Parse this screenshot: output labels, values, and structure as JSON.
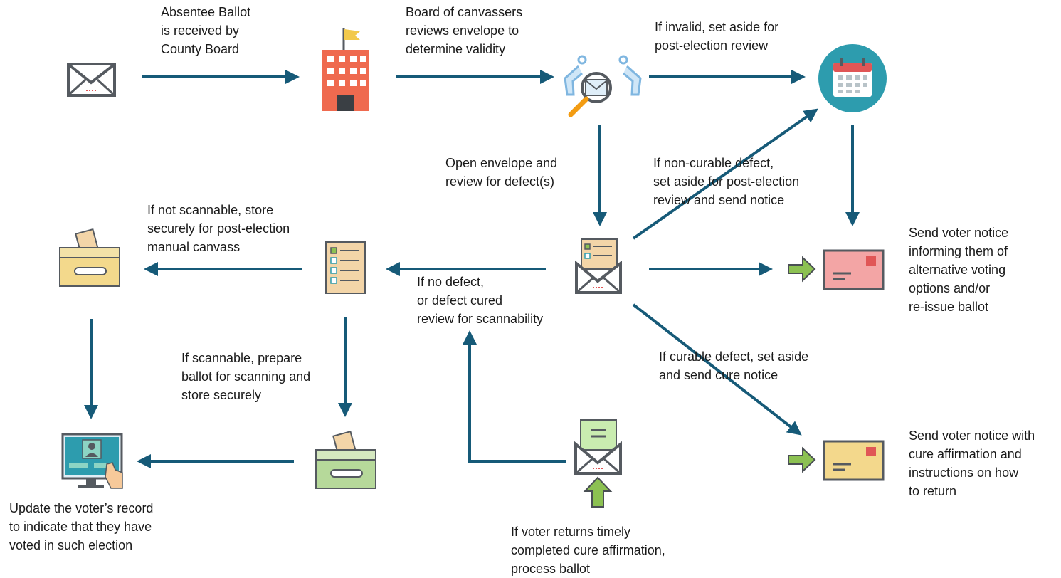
{
  "colors": {
    "arrow": "#165a78",
    "text": "#1a1a1a",
    "building": "#ef6a4f",
    "calendar_circle": "#2d9cae",
    "notice_pink": "#f0a0a0",
    "notice_yellow": "#f3d88c",
    "green_arrow": "#8cc152"
  },
  "labels": {
    "received": "Absentee Ballot\nis received by\nCounty Board",
    "canvassers": "Board of canvassers\nreviews envelope to\ndetermine validity",
    "invalid": "If invalid, set aside for\npost-election review",
    "open_envelope": "Open envelope and\nreview for defect(s)",
    "non_curable": "If non-curable defect,\nset aside for post-election\nreview and send notice",
    "not_scannable": "If not scannable, store\nsecurely for post-election\nmanual canvass",
    "send_notice_alt": "Send voter notice\ninforming them of\nalternative voting\noptions and/or\nre-issue ballot",
    "no_defect": "If no defect,\nor defect cured\nreview for scannability",
    "scannable": "If scannable, prepare\nballot for scanning and\nstore securely",
    "curable": "If curable defect, set aside\nand send cure notice",
    "send_notice_cure": "Send voter notice with\ncure affirmation and\ninstructions on how\nto return",
    "update_record": "Update the voter’s record\nto indicate that they have\nvoted in such election",
    "voter_returns": "If voter returns timely\ncompleted cure affirmation,\nprocess ballot"
  },
  "icons": {
    "mail": "envelope-icon",
    "building": "county-building-icon",
    "inspect": "canvassers-inspect-envelope-icon",
    "calendar": "calendar-icon",
    "open_envelope": "open-envelope-checklist-icon",
    "checklist": "ballot-checklist-icon",
    "box_yellow": "ballot-box-yellow-icon",
    "box_green": "ballot-box-green-icon",
    "computer": "voter-record-computer-icon",
    "return_envelope": "returned-envelope-icon",
    "notice_pink": "notice-envelope-pink-icon",
    "notice_yellow": "notice-envelope-yellow-icon"
  }
}
